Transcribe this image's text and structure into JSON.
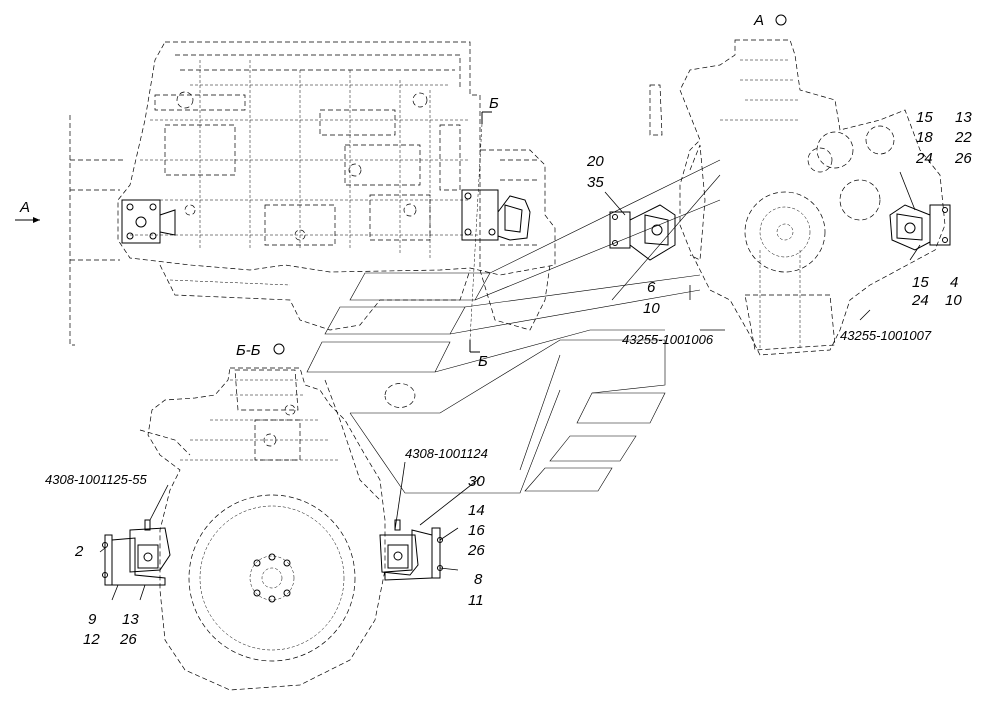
{
  "view_labels": {
    "a_arrow_left": "А",
    "a_top": "А",
    "b_top": "Б",
    "b_bottom": "Б",
    "section_bb": "Б-Б"
  },
  "part_labels": {
    "p20": "20",
    "p35": "35",
    "p15a": "15",
    "p18": "18",
    "p24a": "24",
    "p13a": "13",
    "p22": "22",
    "p26a": "26",
    "p6": "6",
    "p10a": "10",
    "p15b": "15",
    "p24b": "24",
    "p4": "4",
    "p10b": "10",
    "p30": "30",
    "p14": "14",
    "p16": "16",
    "p26b": "26",
    "p8": "8",
    "p11": "11",
    "p2": "2",
    "p9": "9",
    "p12": "12",
    "p13b": "13",
    "p26c": "26"
  },
  "part_numbers": {
    "pn_1001006": "43255-1001006",
    "pn_1001007": "43255-1001007",
    "pn_1001124": "4308-1001124",
    "pn_1001125": "4308-1001125-55"
  }
}
